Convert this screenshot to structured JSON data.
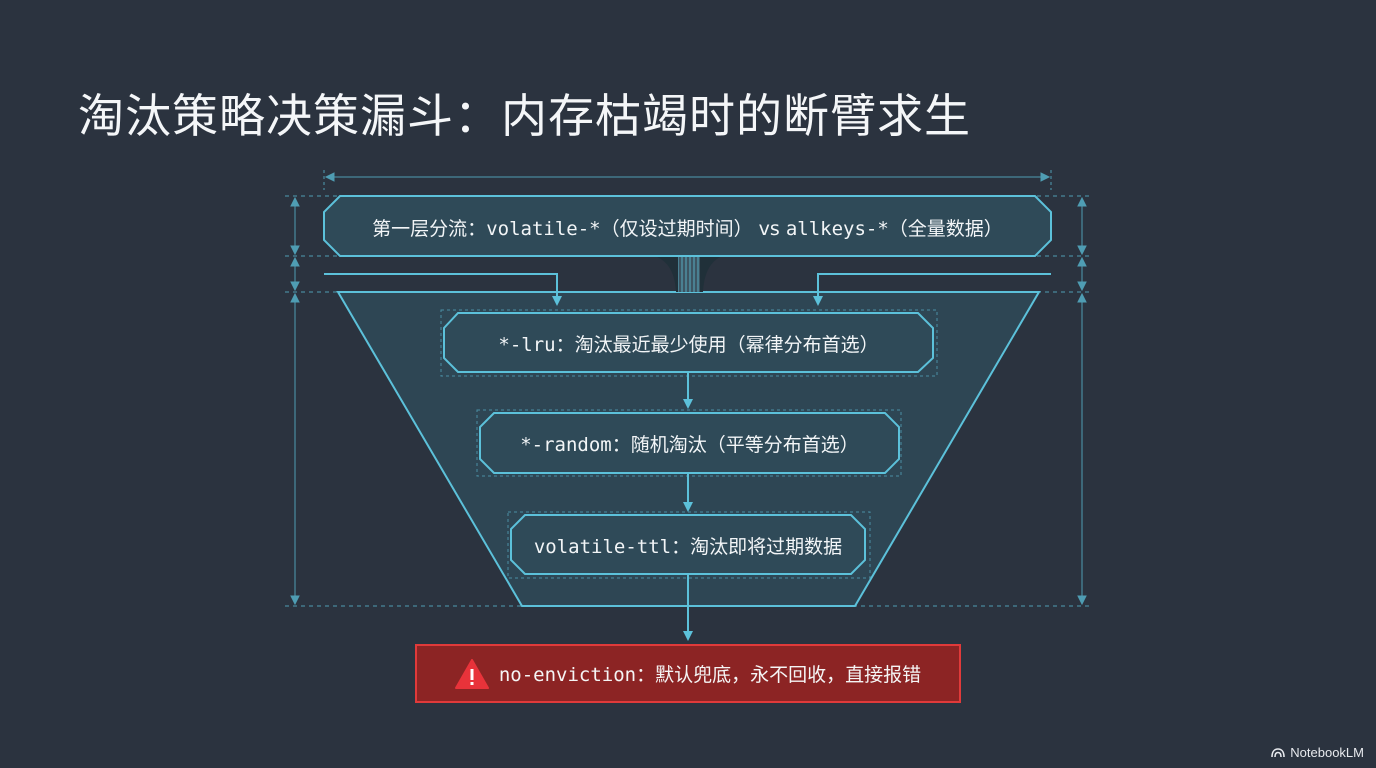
{
  "title": "淘汰策略决策漏斗：内存枯竭时的断臂求生",
  "layer1": {
    "prefix": "第一层分流：",
    "volatile": "volatile-*",
    "volatile_note": "（仅设过期时间）",
    "vs": "vs",
    "allkeys": "allkeys-*",
    "allkeys_note": "（全量数据）"
  },
  "lru": {
    "code": "*-lru：",
    "text": "淘汰最近最少使用（幂律分布首选）"
  },
  "random": {
    "code": "*-random：",
    "text": "随机淘汰（平等分布首选）"
  },
  "ttl": {
    "code": "volatile-ttl：",
    "text": "淘汰即将过期数据"
  },
  "noeviction": {
    "code": "no-enviction：",
    "text": "默认兜底，永不回收，直接报错",
    "icon": "warning-icon"
  },
  "brand": {
    "name": "NotebookLM",
    "icon": "notebooklm-logo-icon"
  },
  "colors": {
    "background": "#2b333f",
    "line": "#5cc1da",
    "box_fill": "#2f4a58",
    "funnel_fill": "#2e4654",
    "alert_fill": "#8c2424",
    "alert_border": "#e03a3a",
    "warning": "#e8333a"
  }
}
